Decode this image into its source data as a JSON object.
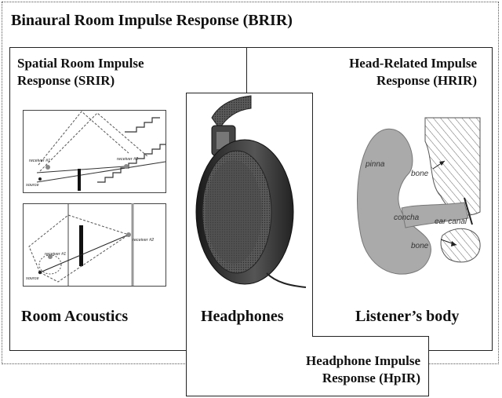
{
  "brir_title": "Binaural Room Impulse Response (BRIR)",
  "srir": {
    "line1": "Spatial Room Impulse",
    "line2": "Response (SRIR)"
  },
  "hrir": {
    "line1": "Head-Related Impulse",
    "line2": "Response (HRIR)"
  },
  "hpir": {
    "line1": "Headphone Impulse",
    "line2": "Response (HpIR)"
  },
  "captions": {
    "room": "Room Acoustics",
    "headphones": "Headphones",
    "listener": "Listener’s body"
  },
  "room_diagram_labels": {
    "receiver1": "receiver #1",
    "receiver2": "receiver #2",
    "source": "source"
  },
  "ear_diagram_labels": {
    "pinna": "pinna",
    "concha": "concha",
    "bone": "bone",
    "ear_canal": "ear canal"
  }
}
